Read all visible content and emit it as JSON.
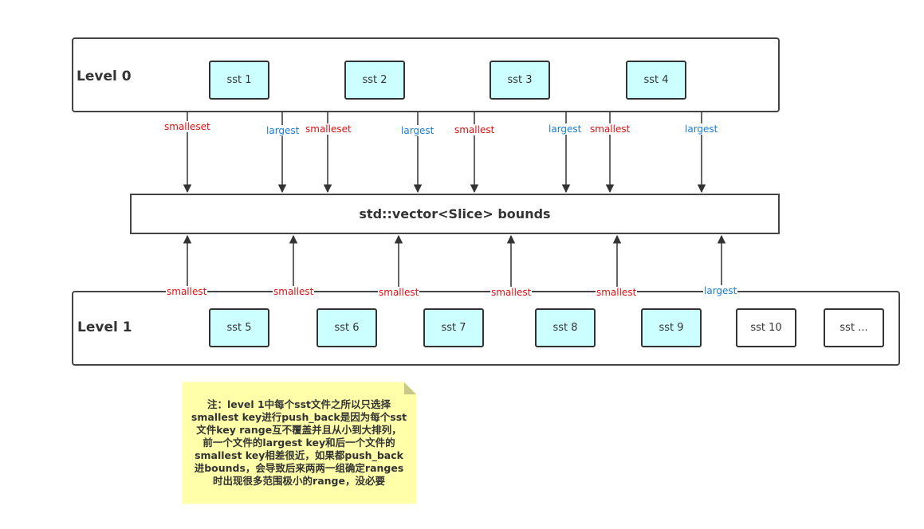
{
  "level0": {
    "title": "Level 0",
    "files": [
      "sst 1",
      "sst 2",
      "sst 3",
      "sst 4"
    ],
    "smallest_labels": [
      "smalleset",
      "smalleset",
      "smallest",
      "smallest"
    ],
    "largest_labels": [
      "largest",
      "largest",
      "largest",
      "largest"
    ]
  },
  "bounds": {
    "label": "std::vector<Slice> bounds"
  },
  "level1": {
    "title": "Level 1",
    "files": [
      "sst 5",
      "sst 6",
      "sst 7",
      "sst 8",
      "sst 9",
      "sst 10",
      "sst ..."
    ],
    "smallest_labels": [
      "smallest",
      "smallest",
      "smallest",
      "smallest",
      "smallest"
    ],
    "largest_label": "largest"
  },
  "note": {
    "text": "注：level 1中每个sst文件之所以只选择\nsmallest key进行push_back是因为每个sst\n文件key range互不覆盖并且从小到大排列，\n前一个文件的largest key和后一个文件的\nsmallest key相差很近，如果都push_back\n进bounds，会导致后来两两一组确定ranges\n时出现很多范围极小的range，没必要"
  },
  "colors": {
    "smallest": "#dd1111",
    "largest": "#1a7bd1",
    "sst_fill": "#ccffff",
    "note_fill": "#ffffaa"
  }
}
